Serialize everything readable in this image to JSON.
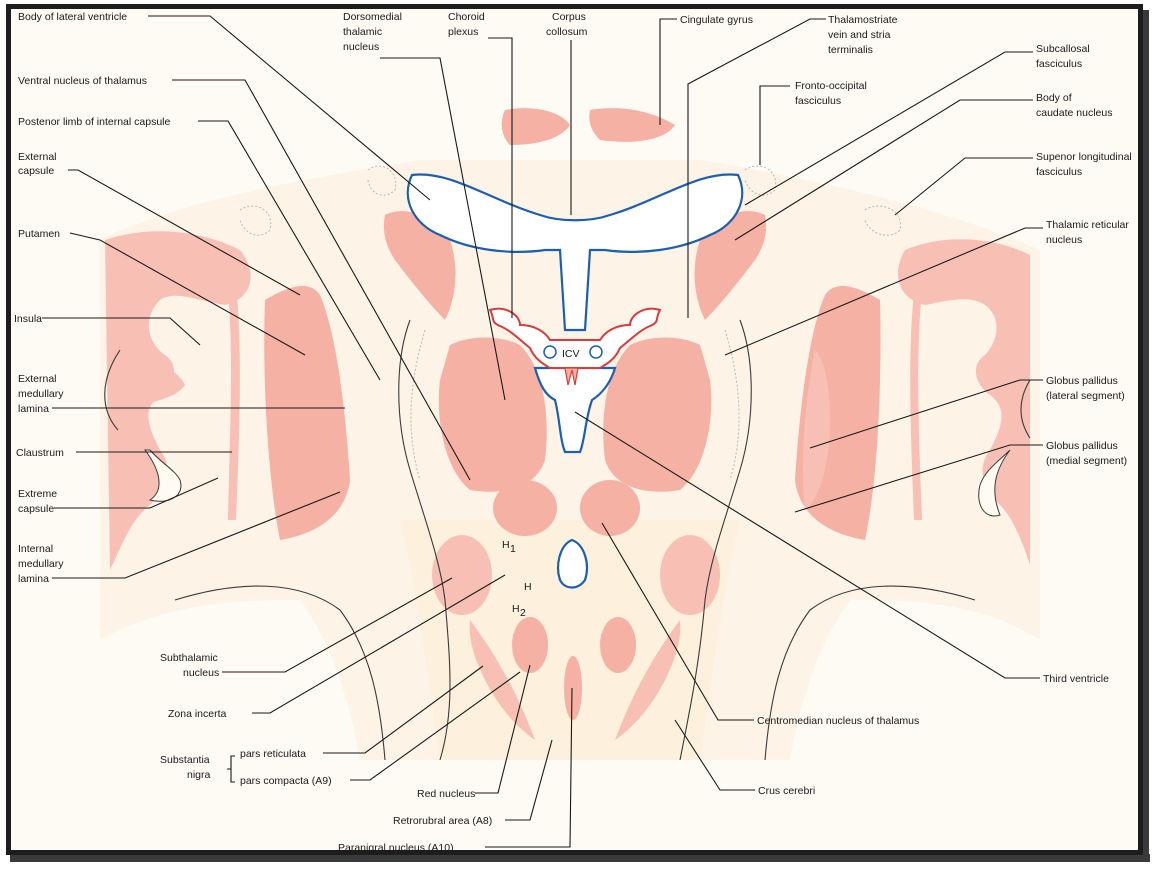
{
  "labels": {
    "body_lateral_ventricle": "Body of lateral ventricle",
    "ventral_nucleus": "Ventral nucleus of thalamus",
    "posterior_limb": "Postenor limb of internal capsule",
    "external_capsule_1": "External",
    "external_capsule_2": "capsule",
    "putamen": "Putamen",
    "insula": "Insula",
    "ext_med_lamina_1": "External",
    "ext_med_lamina_2": "medullary",
    "ext_med_lamina_3": "lamina",
    "claustrum": "Claustrum",
    "extreme_capsule_1": "Extreme",
    "extreme_capsule_2": "capsule",
    "int_med_lamina_1": "Internal",
    "int_med_lamina_2": "medullary",
    "int_med_lamina_3": "lamina",
    "dorsomedial_1": "Dorsomedial",
    "dorsomedial_2": "thalamic",
    "dorsomedial_3": "nucleus",
    "choroid_1": "Choroid",
    "choroid_2": "plexus",
    "corpus_1": "Corpus",
    "corpus_2": "collosum",
    "cingulate": "Cingulate gyrus",
    "thalamostriate_1": "Thalamostriate",
    "thalamostriate_2": "vein and stria",
    "thalamostriate_3": "terminalis",
    "subcallosal_1": "Subcallosal",
    "subcallosal_2": "fasciculus",
    "fronto_1": "Fronto-occipital",
    "fronto_2": "fasciculus",
    "caudate_1": "Body of",
    "caudate_2": "caudate nucleus",
    "sup_long_1": "Supenor longitudinal",
    "sup_long_2": "fasciculus",
    "reticular_1": "Thalamic reticular",
    "reticular_2": "nucleus",
    "gp_lateral_1": "Globus pallidus",
    "gp_lateral_2": "(lateral segment)",
    "gp_medial_1": "Globus pallidus",
    "gp_medial_2": "(medial segment)",
    "third_ventricle": "Third ventricle",
    "centromedian": "Centromedian nucleus of thalamus",
    "crus_cerebri": "Crus cerebri",
    "subthalamic_1": "Subthalamic",
    "subthalamic_2": "nucleus",
    "zona_incerta": "Zona incerta",
    "substantia_1": "Substantia",
    "substantia_2": "nigra",
    "pars_reticulata": "pars reticulata",
    "pars_compacta": "pars compacta (A9)",
    "red_nucleus": "Red nucleus",
    "retrorubral": "Retrorubral area (A8)",
    "paranigral": "Paranigral nucleus (A10)",
    "icv": "ICV",
    "h1": "H",
    "h1_sub": "1",
    "h": "H",
    "h2": "H",
    "h2_sub": "2"
  },
  "colors": {
    "gray_matter": "#f6b1a5",
    "white_matter": "#fdf3e6",
    "ventricle_outline": "#1c5fb0",
    "choroid_plexus": "#d93a3a",
    "frame": "#1d1d1d"
  }
}
